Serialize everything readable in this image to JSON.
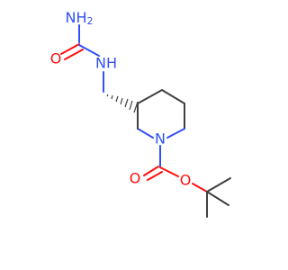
{
  "colors": {
    "bond": "#404040",
    "nitrogen": "#3050f8",
    "oxygen": "#ff0d0d",
    "background": "#ffffff"
  },
  "atoms": {
    "urea_n_h": "NH",
    "urea_n_h_sub": "2",
    "urea_o": "O",
    "urea_nh": "NH",
    "ring_n": "N",
    "carbamate_o_carbonyl": "O",
    "carbamate_o_ester": "O"
  }
}
